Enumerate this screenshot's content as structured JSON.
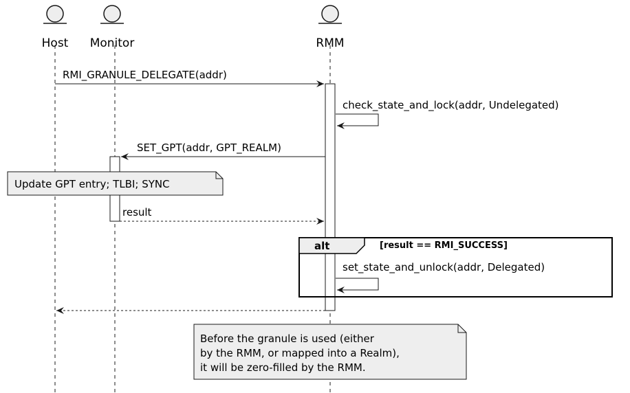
{
  "participants": {
    "host": "Host",
    "monitor": "Monitor",
    "rmm": "RMM"
  },
  "messages": {
    "delegate": "RMI_GRANULE_DELEGATE(addr)",
    "check": "check_state_and_lock(addr, Undelegated)",
    "set_gpt": "SET_GPT(addr, GPT_REALM)",
    "result": "result",
    "set_state": "set_state_and_unlock(addr, Delegated)"
  },
  "notes": {
    "update_gpt": "Update GPT entry; TLBI; SYNC",
    "zero_fill": [
      "Before the granule is used (either",
      "by the RMM, or mapped into a Realm),",
      "it will be zero-filled by the RMM."
    ]
  },
  "alt": {
    "keyword": "alt",
    "guard": "[result == RMI_SUCCESS]"
  },
  "colors": {
    "line": "#181818",
    "note_fill": "#eeeeee",
    "activation_fill": "#ffffff"
  }
}
